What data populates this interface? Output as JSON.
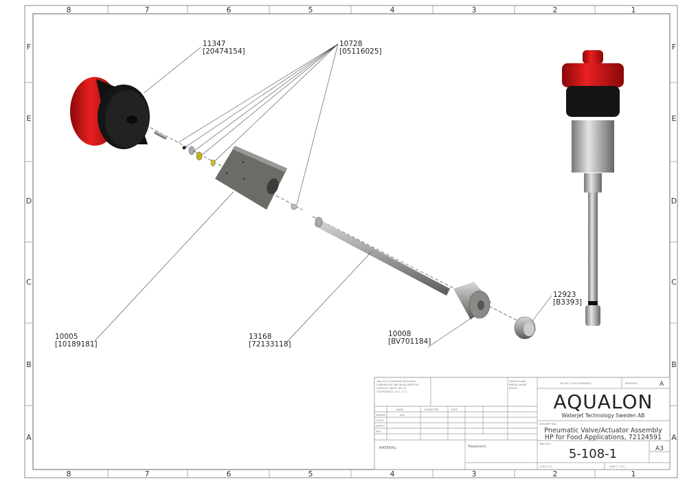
{
  "frame": {
    "columns": [
      "8",
      "7",
      "6",
      "5",
      "4",
      "3",
      "2",
      "1"
    ],
    "rows": [
      "F",
      "E",
      "D",
      "C",
      "B",
      "A"
    ]
  },
  "balloons": [
    {
      "item": "11347",
      "ref": "[20474154]"
    },
    {
      "item": "10728",
      "ref": "[05116025]"
    },
    {
      "item": "10005",
      "ref": "[10189181]"
    },
    {
      "item": "13168",
      "ref": "[72133118]"
    },
    {
      "item": "10008",
      "ref": "[BV701184]"
    },
    {
      "item": "12923",
      "ref": "[B3393]"
    }
  ],
  "title_block": {
    "notes": [
      "UNLESS OTHERWISE SPECIFIED:",
      "DIMENSIONS ARE IN MILLIMETERS",
      "SURFACE FINISH: RA 1,6",
      "TOLERANCES: ±0,1 / 0,1"
    ],
    "deburr": [
      "DEBURR AND",
      "BREAK SHARP",
      "EDGES"
    ],
    "headers": {
      "name": "NAME",
      "signature": "SIGNATURE",
      "date": "DATE"
    },
    "roles": [
      "DRAWN",
      "CHK'D",
      "APPV'D",
      "MFG"
    ],
    "drawn_by": "AHn",
    "do_not_scale": "DO NOT SCALE DRAWING",
    "revision_label": "REVISION",
    "revision": "A",
    "company": "AQUALON",
    "company_sub": "Waterjet Technology Sweden AB",
    "description_label": "DESCRIPTION:",
    "description_1": "Pneumatic Valve/Actuator Assembly",
    "description_2": "HP for Food Applications, 72124591",
    "material_label": "MATERIAL:",
    "treatment_label": "Treatment:",
    "dwg_no_label": "DWG NO.",
    "dwg_no": "5-108-1",
    "size": "A3",
    "scale": "SCALE:1:5",
    "sheet": "SHEET 1 OF 1"
  },
  "colors": {
    "red": "#d41414",
    "black": "#111111",
    "steel": "#8a8a86",
    "brass": "#c9b21a",
    "accent": "#1a7bd0"
  }
}
